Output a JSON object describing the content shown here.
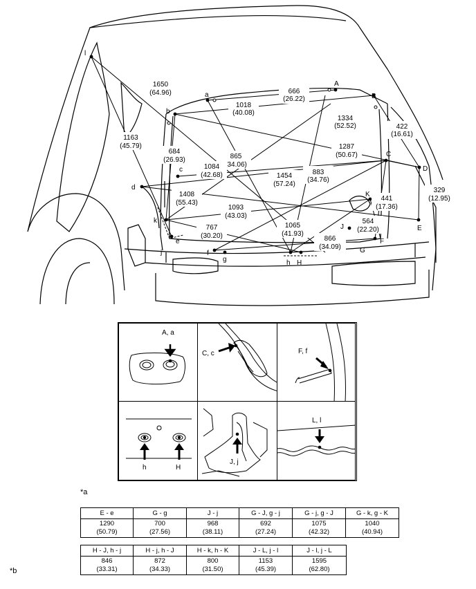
{
  "diagram": {
    "point_labels": {
      "A": "A",
      "B": "B",
      "C": "C",
      "D": "D",
      "E": "E",
      "F": "F",
      "G": "G",
      "H": "H",
      "J": "J",
      "K": "K",
      "a": "a",
      "b": "b",
      "c": "c",
      "d": "d",
      "e": "e",
      "f": "f",
      "g": "g",
      "h": "h",
      "j": "j",
      "k": "k",
      "l": "l"
    },
    "dimensions": [
      {
        "mm": "1650",
        "in": "(64.96)"
      },
      {
        "mm": "666",
        "in": "(26.22)"
      },
      {
        "mm": "1018",
        "in": "(40.08)"
      },
      {
        "mm": "1334",
        "in": "(52.52)"
      },
      {
        "mm": "422",
        "in": "(16.61)"
      },
      {
        "mm": "1163",
        "in": "(45.79)"
      },
      {
        "mm": "684",
        "in": "(26.93)"
      },
      {
        "mm": "865",
        "in": "(34.06)"
      },
      {
        "mm": "1287",
        "in": "(50.67)"
      },
      {
        "mm": "1084",
        "in": "(42.68)"
      },
      {
        "mm": "1454",
        "in": "(57.24)"
      },
      {
        "mm": "883",
        "in": "(34.76)"
      },
      {
        "mm": "329",
        "in": "(12.95)"
      },
      {
        "mm": "1408",
        "in": "(55.43)"
      },
      {
        "mm": "441",
        "in": "(17.36)"
      },
      {
        "mm": "1093",
        "in": "(43.03)"
      },
      {
        "mm": "564",
        "in": "(22.20)"
      },
      {
        "mm": "767",
        "in": "(30.20)"
      },
      {
        "mm": "1065",
        "in": "(41.93)"
      },
      {
        "mm": "866",
        "in": "(34.09)"
      }
    ]
  },
  "detail_panels": [
    {
      "label": "A, a"
    },
    {
      "label": "C, c"
    },
    {
      "label": "F, f"
    },
    {
      "label_left": "h",
      "label_right": "H"
    },
    {
      "label": "J, j"
    },
    {
      "label": "L, l"
    }
  ],
  "figure_tags": {
    "a": "*a",
    "b": "*b"
  },
  "table1": {
    "headers": [
      "E - e",
      "G - g",
      "J - j",
      "G - J, g - j",
      "G - j, g - J",
      "G - k, g - K"
    ],
    "values": [
      {
        "mm": "1290",
        "in": "(50.79)"
      },
      {
        "mm": "700",
        "in": "(27.56)"
      },
      {
        "mm": "968",
        "in": "(38.11)"
      },
      {
        "mm": "692",
        "in": "(27.24)"
      },
      {
        "mm": "1075",
        "in": "(42.32)"
      },
      {
        "mm": "1040",
        "in": "(40.94)"
      }
    ]
  },
  "table2": {
    "headers": [
      "H - J, h - j",
      "H - j, h - J",
      "H - k, h - K",
      "J - L, j - l",
      "J - l, j - L"
    ],
    "values": [
      {
        "mm": "846",
        "in": "(33.31)"
      },
      {
        "mm": "872",
        "in": "(34.33)"
      },
      {
        "mm": "800",
        "in": "(31.50)"
      },
      {
        "mm": "1153",
        "in": "(45.39)"
      },
      {
        "mm": "1595",
        "in": "(62.80)"
      }
    ]
  }
}
